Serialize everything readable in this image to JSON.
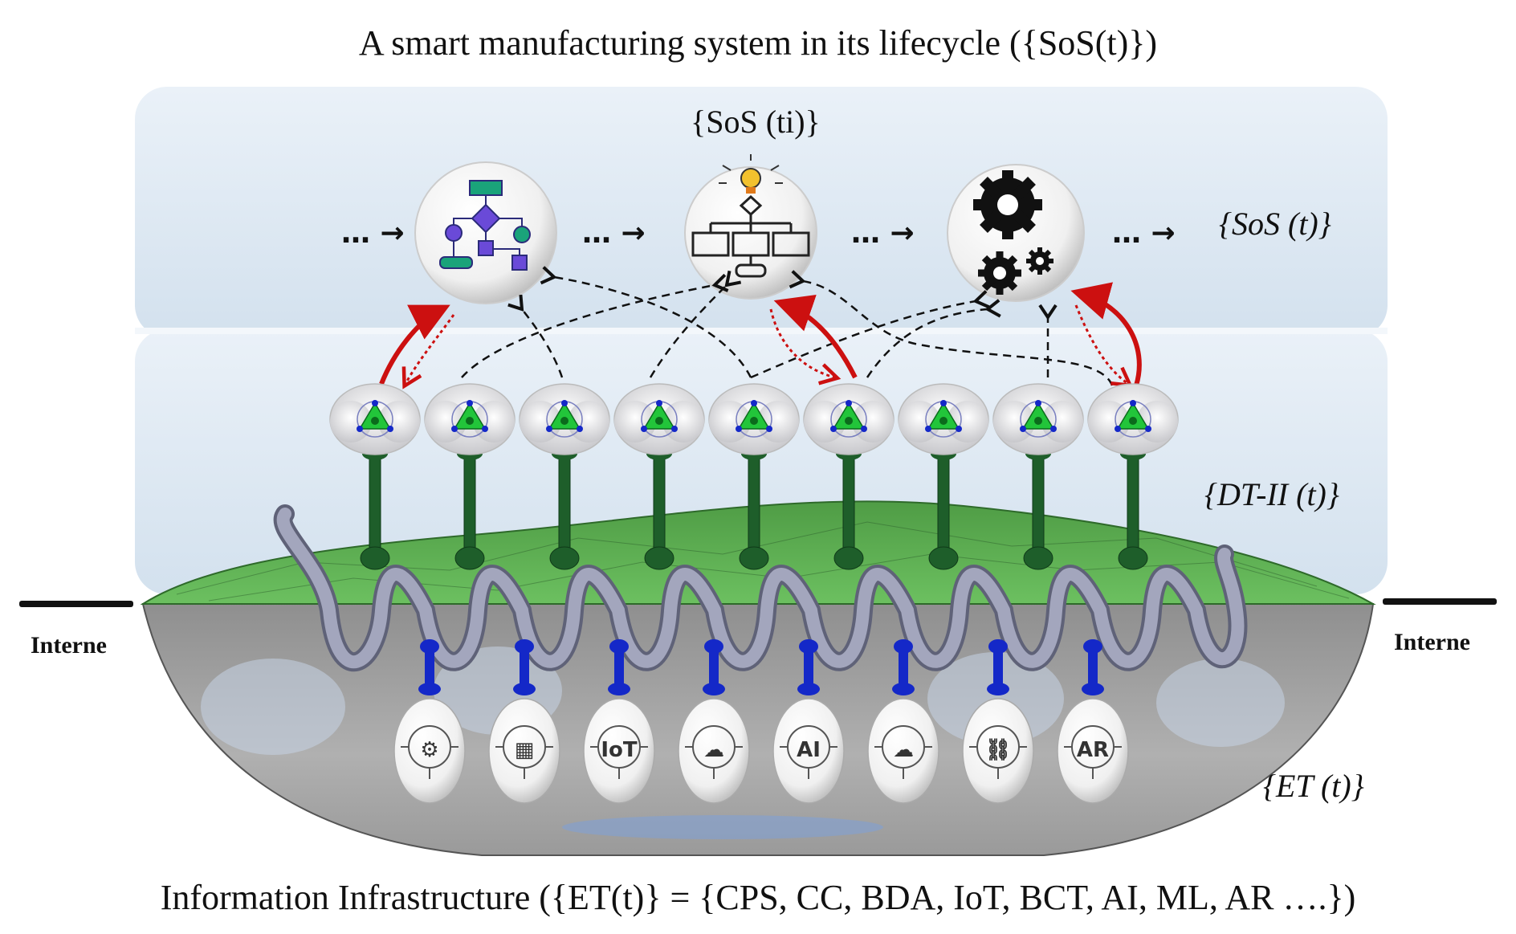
{
  "title": "A smart manufacturing system in its lifecycle ({SoS(t)})",
  "bottom_caption": "Information Infrastructure ({ET(t)} = {CPS, CC, BDA, IoT, BCT, AI, ML, AR ….})",
  "labels": {
    "sos_ti": "{SoS (ti)}",
    "sos_t": "{SoS (t)}",
    "dt_ii": "{DT-II (t)}",
    "et_t": "{ET (t)}",
    "internet_left": "Interne",
    "internet_right": "Interne"
  },
  "sequence_marks": [
    "… →",
    "… →",
    "… →",
    "… →"
  ],
  "sos_stage_icons": [
    "flowchart-icon",
    "idea-flowchart-icon",
    "gears-icon"
  ],
  "dt_node_count": 9,
  "technology_icons": [
    "circuit-handshake-icon",
    "chip-sphere-icon",
    "iot-cloud-icon",
    "brain-circuit-icon",
    "ai-chip-icon",
    "cloud-circuit-icon",
    "blockchain-icon",
    "ar-phone-icon"
  ],
  "colors": {
    "panel": "#dde8f2",
    "green_mound": "#5fae4f",
    "dark_green": "#1e5e2a",
    "tube": "#8c8fa8",
    "base_grey": "#a9a9a9",
    "blue_connector": "#1428c8",
    "red_arrow": "#cc1010"
  }
}
